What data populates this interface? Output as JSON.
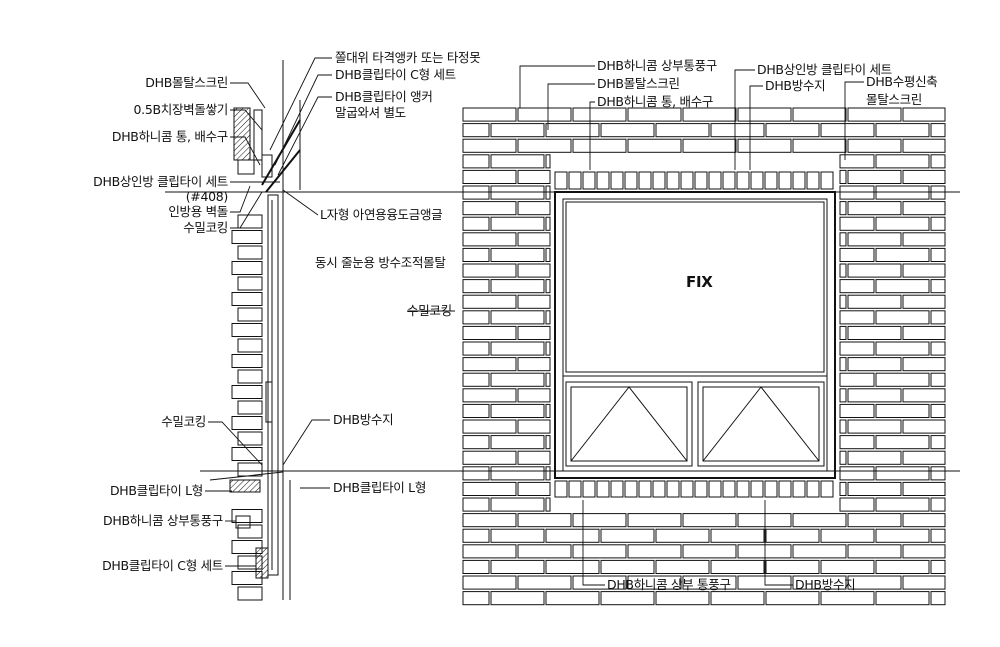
{
  "section_labels_left": [
    "DHB몰탈스크린",
    "0.5B치장벽돌쌓기",
    "DHB하니콤 통, 배수구",
    "DHB상인방 클립타이 세트",
    "(#408)",
    "인방용 벽돌",
    "수밀코킹",
    "수밀코킹",
    "DHB클립타이 L형",
    "DHB하니콤 상부통풍구",
    "DHB클립타이 C형 세트"
  ],
  "section_labels_middle": [
    "쫄대위 타격앵카 또는 타정못",
    "DHB클립타이 C형 세트",
    "DHB클립타이 앵커",
    "말굽와셔 별도",
    "L자형 아연용융도금앵글",
    "동시 줄눈용 방수조적몰탈",
    "수밀코킹",
    "DHB방수지",
    "DHB클립타이 L형"
  ],
  "elevation_labels_top": [
    "DHB하니콤 상부통풍구",
    "DHB몰탈스크린",
    "DHB하니콤 통, 배수구",
    "DHB상인방 클립타이 세트",
    "DHB방수지",
    "DHB수평신축",
    "몰탈스크린"
  ],
  "elevation_labels_bottom": [
    "DHB하니콤 상부 통풍구",
    "DHB방수지"
  ],
  "window_label": "FIX"
}
